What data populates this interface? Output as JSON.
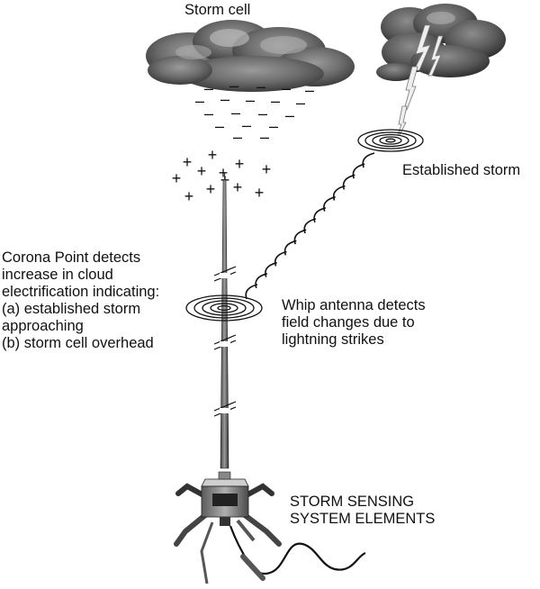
{
  "labels": {
    "storm_cell": "Storm cell",
    "established_storm": "Established storm",
    "corona_point": [
      "Corona Point detects",
      "increase in cloud",
      "electrification indicating:",
      "(a) established storm",
      "approaching",
      "(b) storm cell overhead"
    ],
    "whip_antenna": [
      "Whip antenna detects",
      "field changes due to",
      "lightning strikes"
    ],
    "system_elements": [
      "STORM SENSING",
      "SYSTEM ELEMENTS"
    ]
  },
  "charges": {
    "negative": "–",
    "positive": "+"
  },
  "colors": {
    "cloud_dark": "#4a4a4a",
    "cloud_mid": "#8a8a8a",
    "cloud_light": "#c8c8c8",
    "ink": "#111111",
    "lightning": "#eeeeee"
  }
}
